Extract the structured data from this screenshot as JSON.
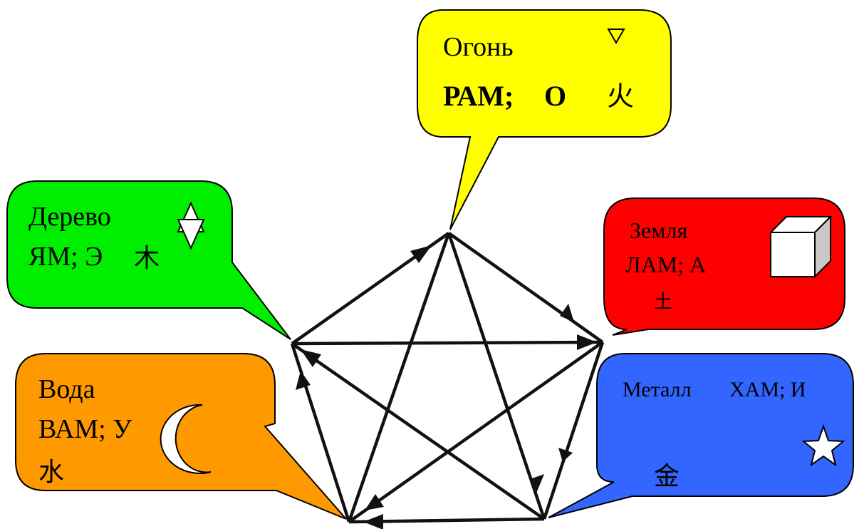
{
  "colors": {
    "fire": "#ffff00",
    "wood": "#00ee00",
    "earth": "#ff0000",
    "water": "#ff9900",
    "metal": "#3366ff",
    "line": "#111111"
  },
  "elements": {
    "fire": {
      "name": "Огонь",
      "mantra": "РАМ;",
      "letter": "О",
      "char": "火",
      "symbol": "triangle-down-icon"
    },
    "wood": {
      "name": "Дерево",
      "mantra": "ЯМ; Э",
      "char": "木",
      "symbol": "hexagram-icon"
    },
    "earth": {
      "name": "Земля",
      "mantra": "ЛАМ; А",
      "char": "土",
      "symbol": "cube-icon"
    },
    "water": {
      "name": "Вода",
      "mantra": "ВАМ; У",
      "char": "水",
      "symbol": "crescent-moon-icon"
    },
    "metal": {
      "name": "Металл",
      "mantra": "ХАМ; И",
      "char": "金",
      "symbol": "star-icon"
    }
  }
}
